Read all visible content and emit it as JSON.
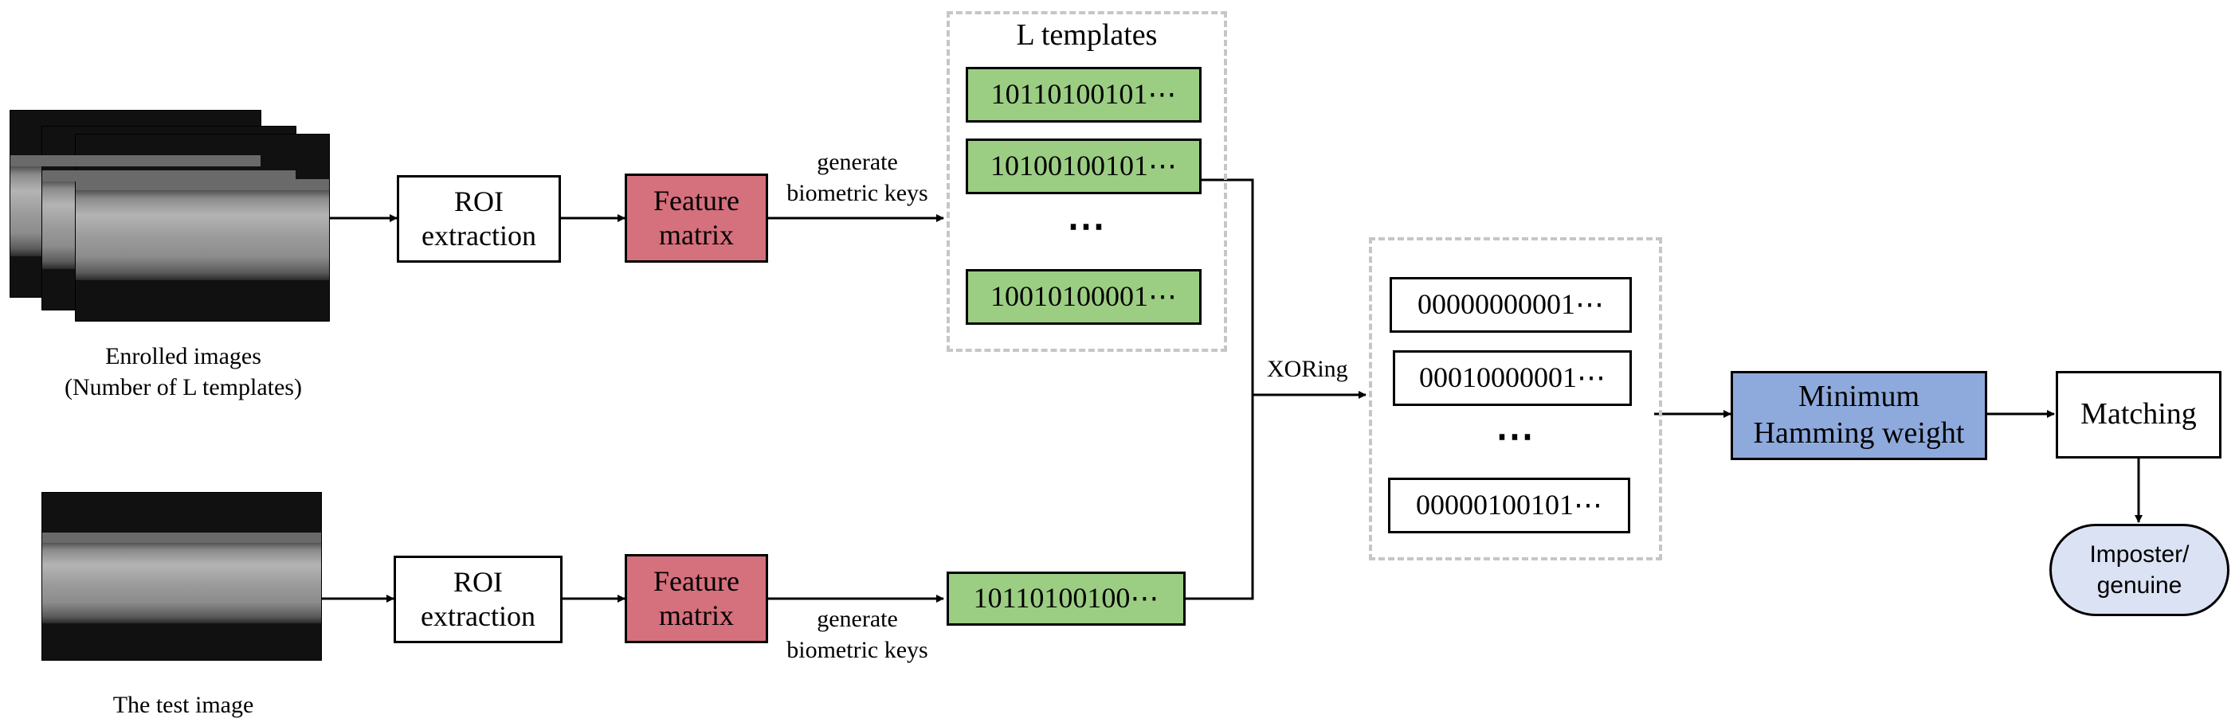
{
  "enrolled": {
    "caption": "Enrolled images\n(Number of L templates)"
  },
  "test": {
    "caption": "The test image"
  },
  "roi_label": "ROI\nextraction",
  "feature_label": "Feature\nmatrix",
  "generate_label": "generate\nbiometric keys",
  "templates": {
    "title": "L templates",
    "codes": [
      "10110100101⋯",
      "10100100101⋯",
      "10010100001⋯"
    ],
    "ellipsis": "⋯"
  },
  "test_code": "10110100100⋯",
  "xor_label": "XORing",
  "xor_results": {
    "codes": [
      "00000000001⋯",
      "00010000001⋯",
      "00000100101⋯"
    ],
    "ellipsis": "⋯"
  },
  "min_hamming": "Minimum\nHamming weight",
  "matching": "Matching",
  "decision": "Imposter/\ngenuine",
  "colors": {
    "feature_fill": "#d5707d",
    "template_fill": "#9bcd83",
    "hamming_fill": "#8eaadc",
    "decision_fill": "#dbe2f3",
    "dashed_border": "#c6c6c6"
  }
}
